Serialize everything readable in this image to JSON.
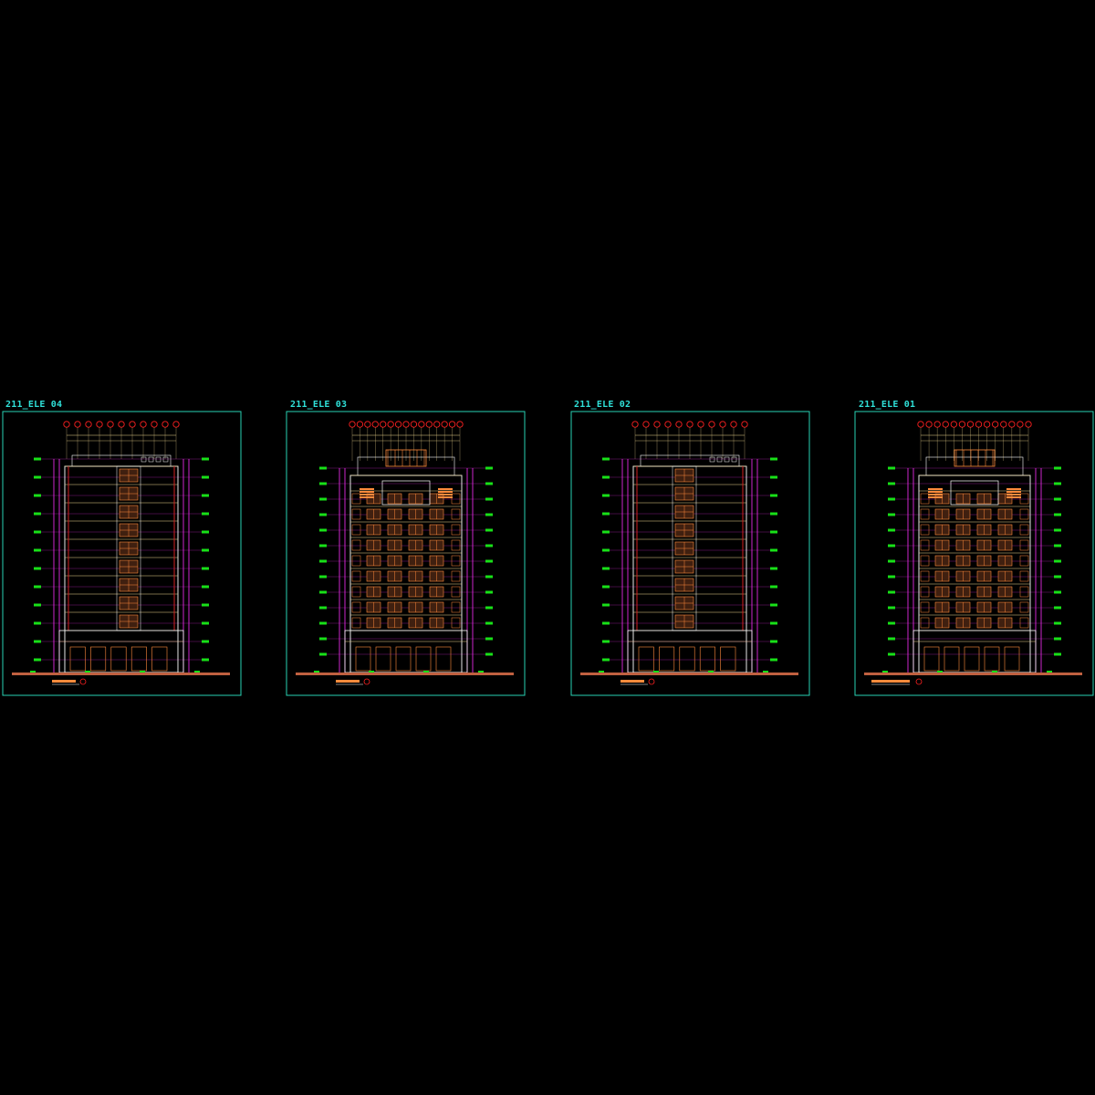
{
  "colors": {
    "background": "#000000",
    "frame": "#28d2b4",
    "title": "#2fe0d8",
    "outline": "#ffffff",
    "grid_line": "#ff30ff",
    "axis_bubble": "#ff2020",
    "level_mark": "#18e018",
    "window": "#ff8a3c",
    "window_fill": "#402010",
    "floor_line": "#f0d890",
    "ground": "#c06040",
    "wall_dark": "#d02020"
  },
  "sheets": [
    {
      "id": "ele04",
      "title": "211_ELE 04",
      "variant": "side",
      "floors": 9,
      "bubbles": 11
    },
    {
      "id": "ele03",
      "title": "211_ELE 03",
      "variant": "front",
      "floors": 10,
      "bubbles": 15
    },
    {
      "id": "ele02",
      "title": "211_ELE 02",
      "variant": "side",
      "floors": 9,
      "bubbles": 11
    },
    {
      "id": "ele01",
      "title": "211_ELE 01",
      "variant": "front",
      "floors": 10,
      "bubbles": 14
    }
  ]
}
